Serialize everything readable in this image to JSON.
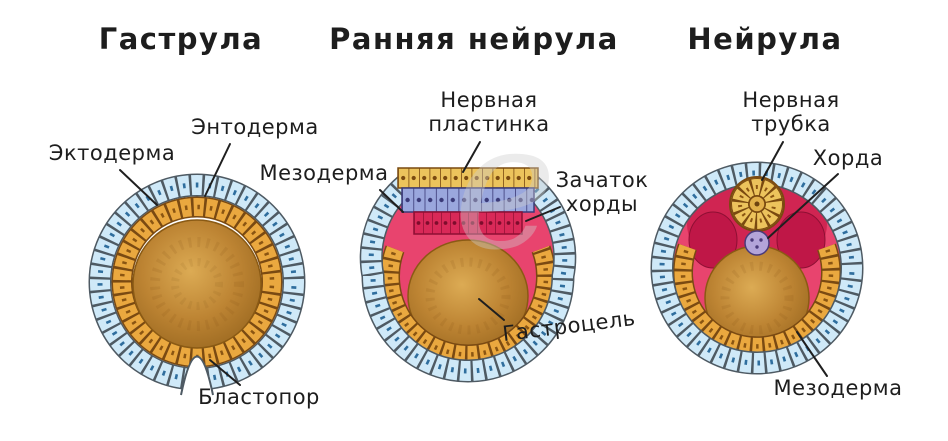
{
  "titles": {
    "gastrula": "Гаструла",
    "early_neurula": "Ранняя нейрула",
    "neurula": "Нейрула"
  },
  "gastrula_labels": {
    "ectoderm": "Эктодерма",
    "endoderm": "Энтодерма",
    "blastopore": "Бластопор"
  },
  "early_neurula_labels": {
    "neural_plate": "Нервная\nпластинка",
    "mesoderm": "Мезодерма",
    "chord_rudiment": "Зачаток\nхорды",
    "gastrocoel": "Гастроцель"
  },
  "neurula_labels": {
    "neural_tube": "Нервная\nтрубка",
    "chord": "Хорда",
    "mesoderm": "Мезодерма"
  },
  "watermark": "e",
  "colors": {
    "ectoderm_blue": "#cfe9f8",
    "endoderm_orange": "#eaa83f",
    "mesoderm_pink": "#e8446e",
    "mesoderm_crimson": "#d02552",
    "neural_plate_purple": "#9aa7dd",
    "chord_lavender": "#b3a4d9",
    "yolk_brown": "#bd8433",
    "outline_gray": "#4e5a63"
  }
}
